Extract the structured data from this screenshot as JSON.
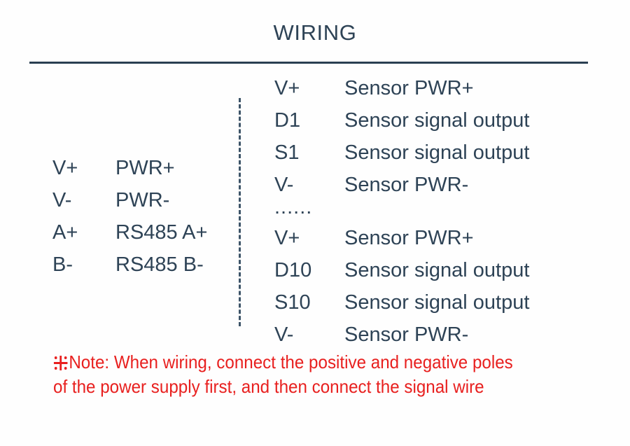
{
  "page": {
    "background_color": "#fefefe",
    "text_color": "#2e4356",
    "accent_color": "#2a3f52",
    "note_color": "#e8201f"
  },
  "header": {
    "title": "WIRING"
  },
  "controller_table": {
    "name": "controller-terminals",
    "rows": [
      {
        "pin": "V+",
        "description": "PWR+"
      },
      {
        "pin": "V-",
        "description": "PWR-"
      },
      {
        "pin": "A+",
        "description": "RS485 A+"
      },
      {
        "pin": "B-",
        "description": "RS485 B-"
      }
    ]
  },
  "sensor_table": {
    "name": "sensor-terminals",
    "rows": [
      {
        "pin": "V+",
        "description": "Sensor PWR+"
      },
      {
        "pin": "D1",
        "description": "Sensor signal output"
      },
      {
        "pin": "S1",
        "description": "Sensor signal output"
      },
      {
        "pin": "V-",
        "description": "Sensor PWR-"
      },
      {
        "pin": "......",
        "description": ""
      },
      {
        "pin": "V+",
        "description": "Sensor PWR+"
      },
      {
        "pin": "D10",
        "description": "Sensor signal output"
      },
      {
        "pin": "S10",
        "description": "Sensor signal output"
      },
      {
        "pin": "V-",
        "description": "Sensor PWR-"
      }
    ]
  },
  "note": {
    "mark": "※",
    "line1": "Note: When wiring, connect the positive and negative poles",
    "line2": "of the power supply first, and then connect the signal wire"
  }
}
